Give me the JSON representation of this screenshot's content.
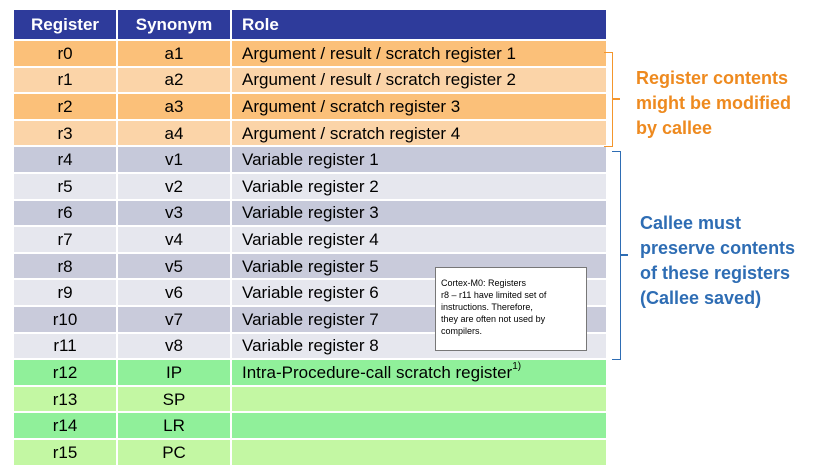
{
  "table": {
    "headers": [
      "Register",
      "Synonym",
      "Role"
    ],
    "rows": [
      {
        "register": "r0",
        "synonym": "a1",
        "role": "Argument / result / scratch register 1"
      },
      {
        "register": "r1",
        "synonym": "a2",
        "role": "Argument / result / scratch register 2"
      },
      {
        "register": "r2",
        "synonym": "a3",
        "role": "Argument / scratch register 3"
      },
      {
        "register": "r3",
        "synonym": "a4",
        "role": "Argument / scratch register 4"
      },
      {
        "register": "r4",
        "synonym": "v1",
        "role": "Variable register 1"
      },
      {
        "register": "r5",
        "synonym": "v2",
        "role": "Variable register 2"
      },
      {
        "register": "r6",
        "synonym": "v3",
        "role": "Variable register 3"
      },
      {
        "register": "r7",
        "synonym": "v4",
        "role": "Variable register 4"
      },
      {
        "register": "r8",
        "synonym": "v5",
        "role": "Variable register 5"
      },
      {
        "register": "r9",
        "synonym": "v6",
        "role": "Variable register 6"
      },
      {
        "register": "r10",
        "synonym": "v7",
        "role": "Variable register 7"
      },
      {
        "register": "r11",
        "synonym": "v8",
        "role": "Variable register 8"
      },
      {
        "register": "r12",
        "synonym": "IP",
        "role": "Intra-Procedure-call scratch register",
        "footnote": "1)"
      },
      {
        "register": "r13",
        "synonym": "SP",
        "role": ""
      },
      {
        "register": "r14",
        "synonym": "LR",
        "role": ""
      },
      {
        "register": "r15",
        "synonym": "PC",
        "role": ""
      }
    ]
  },
  "note": {
    "lines": [
      "Cortex-M0: Registers",
      "r8 – r11 have limited set of",
      "instructions. Therefore,",
      "they are often not used by",
      "compilers."
    ]
  },
  "annotations": {
    "caller_saved": [
      "Register contents",
      "might be modified",
      "by callee"
    ],
    "callee_saved": [
      "Callee must",
      "preserve contents",
      "of these registers",
      "(Callee saved)"
    ]
  },
  "colors": {
    "header": "#2e3b9b",
    "argument_rows": [
      "#fbd4a8",
      "#fbc079"
    ],
    "variable_rows": [
      "#c6c9da",
      "#e6e7ee"
    ],
    "special_rows": [
      "#90f09a",
      "#c3f7a3"
    ],
    "orange_text": "#ee8a1f",
    "blue_text": "#2e6db4"
  }
}
